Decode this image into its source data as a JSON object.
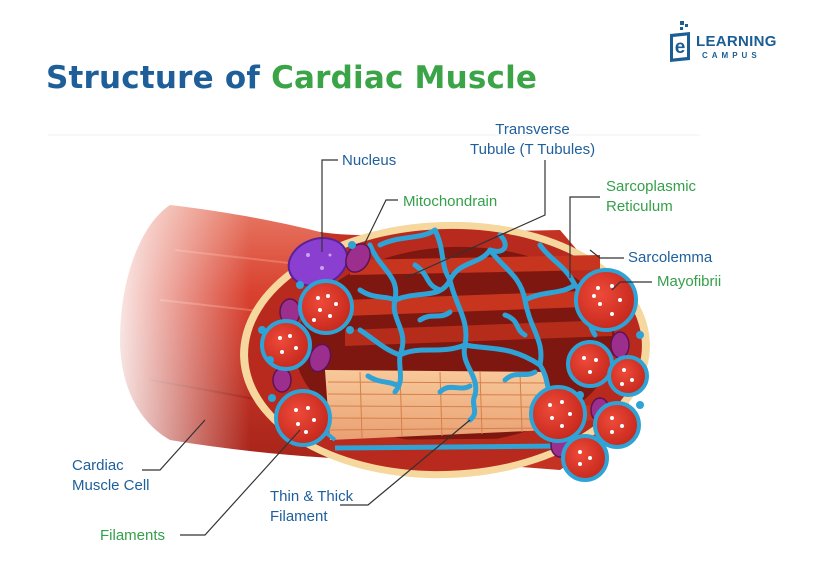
{
  "title": {
    "part1": "Structure of",
    "part2": "Cardiac Muscle"
  },
  "logo": {
    "top": "LEARNING",
    "bottom": "CAMPUS"
  },
  "labels": {
    "nucleus": "Nucleus",
    "transverse_tubule": "Transverse\nTubule (T Tubules)",
    "mitochondrain": "Mitochondrain",
    "sarcoplasmic_reticulum": "Sarcoplasmic\nReticulum",
    "sarcolemma": "Sarcolemma",
    "mayofibrii": "Mayofibrii",
    "cardiac_muscle_cell": "Cardiac\nMuscle Cell",
    "thin_thick_filament": "Thin & Thick\nFilament",
    "filaments": "Filaments"
  },
  "colors": {
    "title_blue": "#1f5f99",
    "title_green": "#3aa447",
    "muscle_red": "#d63a2a",
    "tubule_blue": "#2fa3d6",
    "nucleus_purple": "#8a3fd0"
  }
}
